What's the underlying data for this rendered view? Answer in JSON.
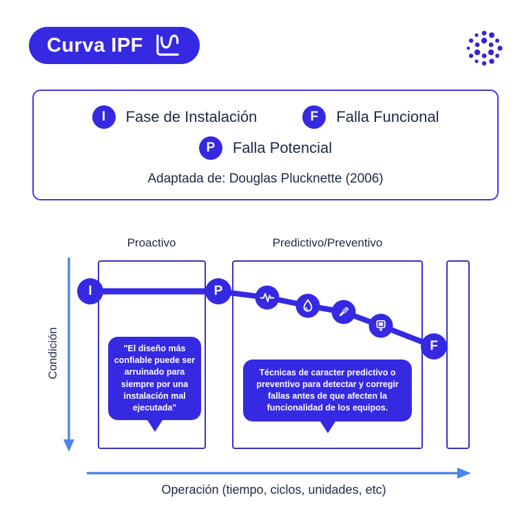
{
  "badge": {
    "title": "Curva IPF"
  },
  "logo": {
    "name": "dots-cluster-logo"
  },
  "legend": {
    "items": [
      {
        "key": "I",
        "label": "Fase de Instalación"
      },
      {
        "key": "F",
        "label": "Falla Funcional"
      },
      {
        "key": "P",
        "label": "Falla Potencial"
      }
    ],
    "attribution": "Adaptada de: Douglas Plucknette (2006)"
  },
  "diagram": {
    "sections": [
      {
        "label": "Proactivo"
      },
      {
        "label": "Predictivo/Preventivo"
      }
    ],
    "markers": [
      {
        "letter": "I"
      },
      {
        "letter": "P"
      },
      {
        "letter": "F"
      }
    ],
    "curve_nodes": [
      {
        "icon": "vibration-waveform-icon"
      },
      {
        "icon": "oil-drop-icon"
      },
      {
        "icon": "ultrasound-probe-icon"
      },
      {
        "icon": "thermal-camera-icon"
      }
    ],
    "bubbles": {
      "installation_quote": "\"El diseño más confiable puede ser arruinado para siempre por una instalación mal ejecutada\"",
      "predictive_note": "Técnicas de caracter predictivo o preventivo para detectar y corregir fallas antes de que afecten la funcionalidad de los equipos."
    },
    "axes": {
      "y": "Condición",
      "x": "Operación (tiempo, ciclos, unidades, etc)"
    }
  },
  "colors": {
    "primary_blue": "#3629E2",
    "box_border_blue": "#3531C8",
    "legend_border_blue": "#4238DC",
    "text_navy": "#1D2947",
    "axis_light_blue": "#4C86E9"
  }
}
